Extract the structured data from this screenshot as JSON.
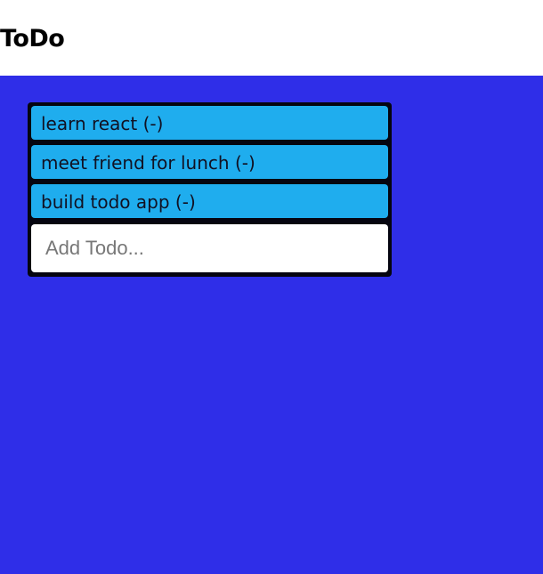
{
  "header": {
    "title": "ToDo"
  },
  "todos": [
    {
      "text": "learn react",
      "remove_label": "(-)"
    },
    {
      "text": "meet friend for lunch",
      "remove_label": "(-)"
    },
    {
      "text": "build todo app",
      "remove_label": "(-)"
    }
  ],
  "add_todo": {
    "value": "",
    "placeholder": "Add Todo..."
  },
  "colors": {
    "background": "#2f2ee8",
    "header": "#ffffff",
    "panel": "#050510",
    "item": "#1fadee"
  }
}
